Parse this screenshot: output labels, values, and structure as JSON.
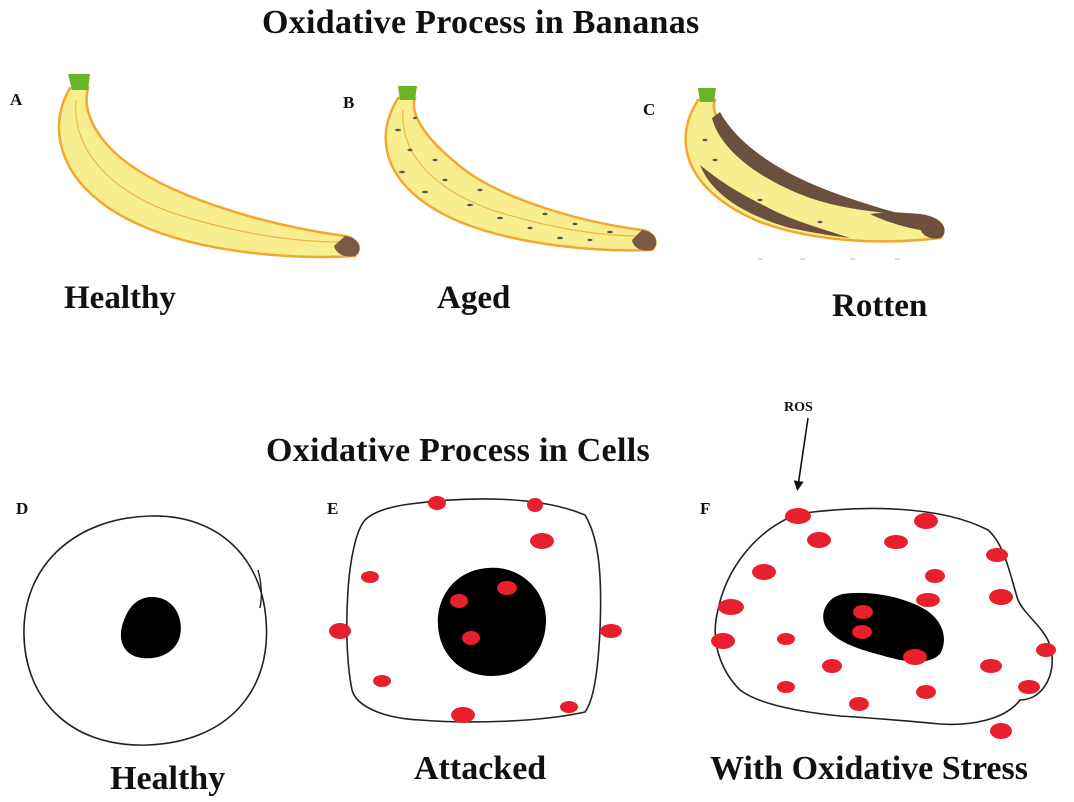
{
  "bananas": {
    "title": "Oxidative Process in Bananas",
    "panels": [
      {
        "letter": "A",
        "caption": "Healthy"
      },
      {
        "letter": "B",
        "caption": "Aged"
      },
      {
        "letter": "C",
        "caption": "Rotten"
      }
    ]
  },
  "cells": {
    "title": "Oxidative Process in Cells",
    "ros_label": "ROS",
    "panels": [
      {
        "letter": "D",
        "caption": "Healthy"
      },
      {
        "letter": "E",
        "caption": "Attacked"
      },
      {
        "letter": "F",
        "caption": "With Oxidative Stress"
      }
    ]
  },
  "colors": {
    "banana_peel": "#f9ee8f",
    "banana_outline": "#f0a82e",
    "banana_stem": "#6ab42a",
    "banana_tip": "#7a5a44",
    "rot": "#6b5040",
    "nucleus": "#000000",
    "ros_dot": "#e81f2c"
  }
}
